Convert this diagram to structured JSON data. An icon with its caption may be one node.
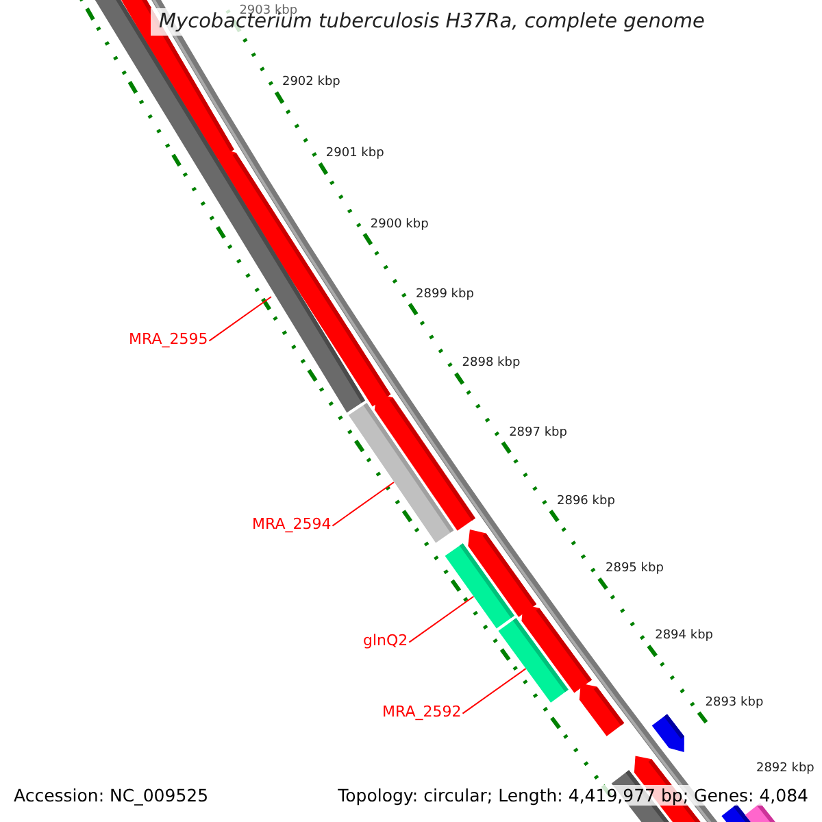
{
  "diagram": {
    "title": "Mycobacterium tuberculosis H37Ra, complete genome",
    "nodes": [
      {
        "text": [
          "MRA_2595"
        ]
      },
      {
        "text": [
          "MRA_2594"
        ]
      },
      {
        "text": [
          "glnQ2"
        ]
      },
      {
        "text": [
          "MRA_2592"
        ]
      },
      {
        "text": [],
        "shape": "bar"
      },
      {
        "text": [],
        "shape": "bar"
      },
      {
        "text": [],
        "shape": "bar"
      },
      {
        "text": [],
        "shape": "bar"
      }
    ],
    "edges": [
      {
        "from": 0,
        "to": 4,
        "arrow": "none"
      },
      {
        "from": 1,
        "to": 5,
        "arrow": "none"
      },
      {
        "from": 2,
        "to": 6,
        "arrow": "none"
      },
      {
        "from": 3,
        "to": 7,
        "arrow": "none"
      }
    ],
    "labels": [
      "2903 kbp",
      "2902 kbp",
      "2901 kbp",
      "2900 kbp",
      "2899 kbp",
      "2898 kbp",
      "2897 kbp",
      "2896 kbp",
      "2895 kbp",
      "2894 kbp",
      "2893 kbp",
      "2892 kbp",
      "Accession: NC_009525",
      "Topology: circular; Length: 4,419,977 bp; Genes: 4,084"
    ]
  }
}
